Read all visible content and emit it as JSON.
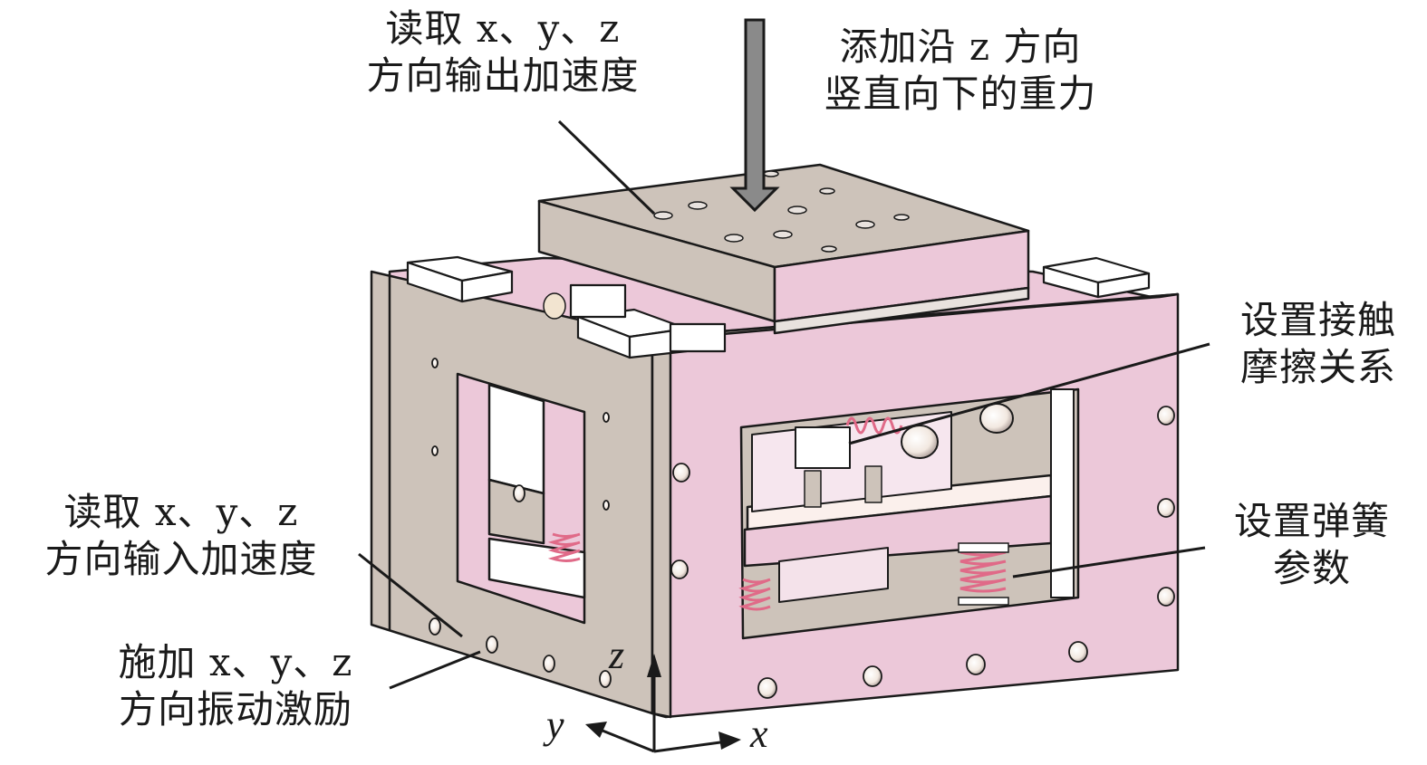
{
  "figure": {
    "description_labels": {
      "read_output": [
        "读取 x、y、z",
        "方向输出加速度"
      ],
      "gravity": [
        "添加沿 z 方向",
        "竖直向下的重力"
      ],
      "contact": [
        "设置接触",
        "摩擦关系"
      ],
      "spring": [
        "设置弹簧",
        "参数"
      ],
      "read_input": [
        "读取 x、y、z",
        "方向输入加速度"
      ],
      "excitation": [
        "施加 x、y、z",
        "方向振动激励"
      ]
    },
    "axes": {
      "x": "x",
      "y": "y",
      "z": "z"
    },
    "colors": {
      "pink_face": "#ecc8d9",
      "taupe_face": "#cdc3ba",
      "white_part": "#ffffff",
      "spring": "#e06a88",
      "outline": "#1a1a1a",
      "arrow_fill": "#8a8a8a"
    }
  }
}
